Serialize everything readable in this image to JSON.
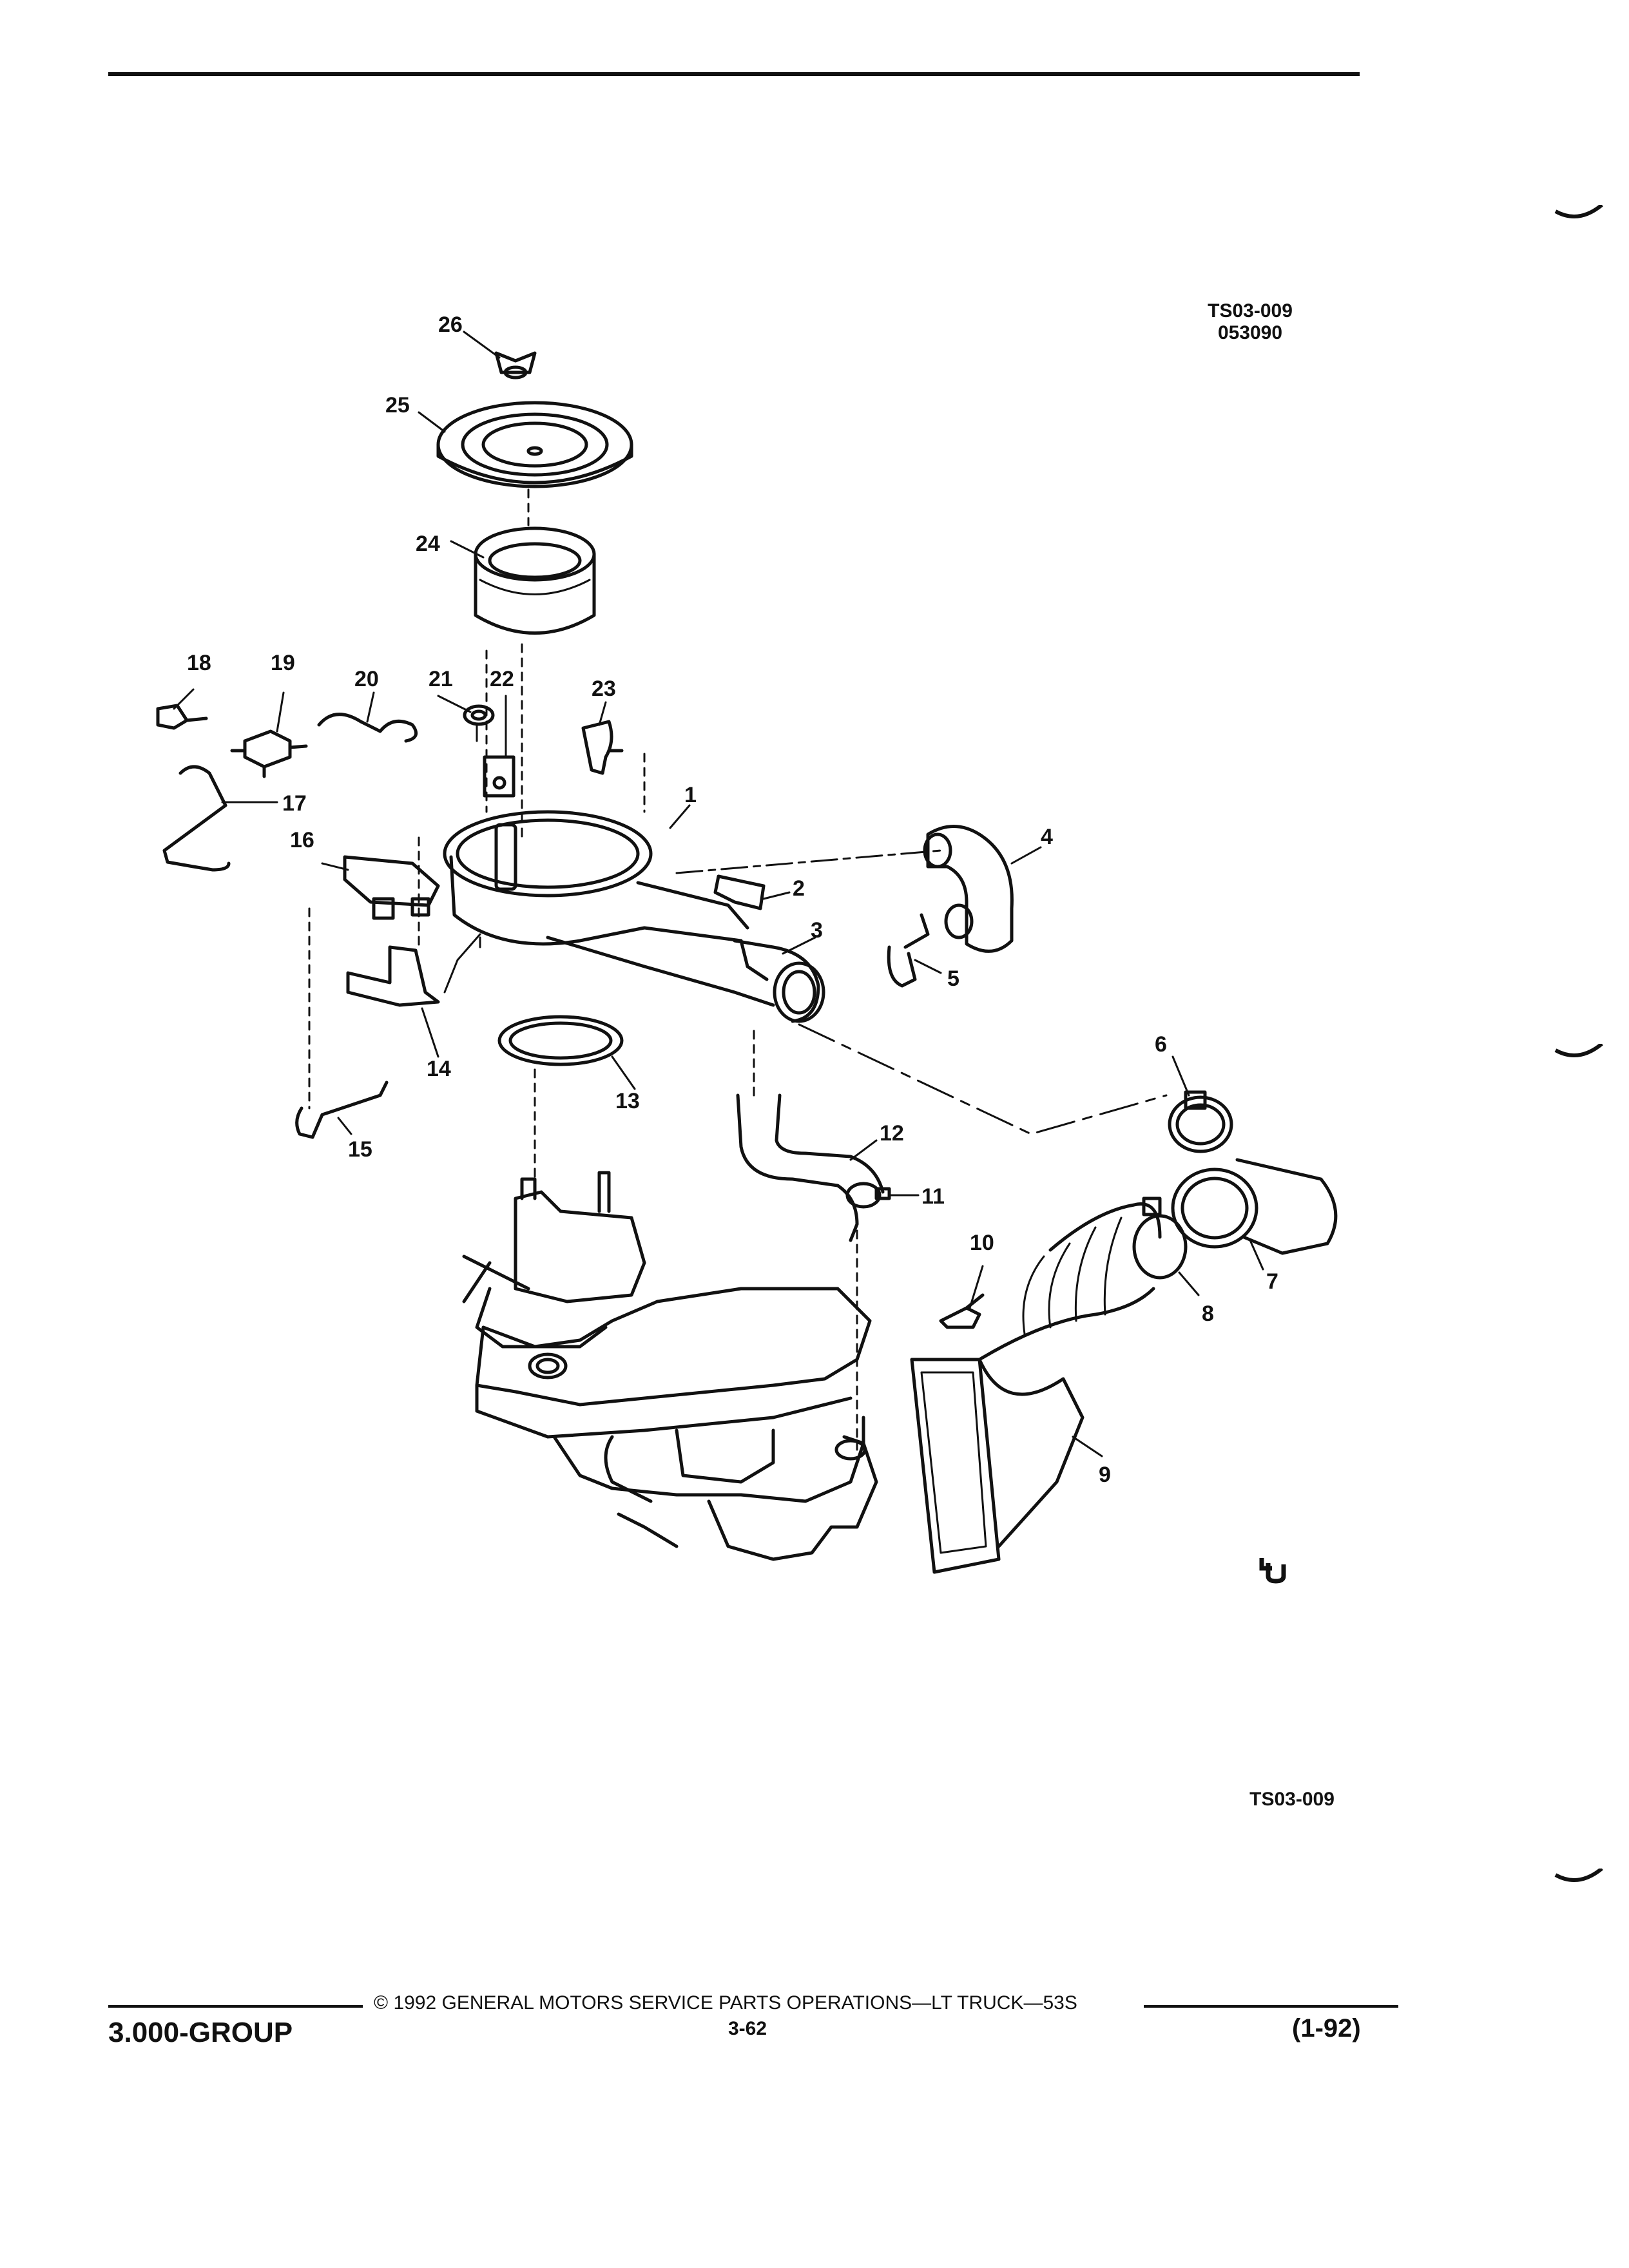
{
  "header": {
    "figure_code": "TS03-009",
    "date_code": "053090"
  },
  "diagram": {
    "callouts": [
      "1",
      "2",
      "3",
      "4",
      "5",
      "6",
      "7",
      "8",
      "9",
      "10",
      "11",
      "12",
      "13",
      "14",
      "15",
      "16",
      "17",
      "18",
      "19",
      "20",
      "21",
      "22",
      "23",
      "24",
      "25",
      "26"
    ]
  },
  "footer": {
    "figure_code": "TS03-009",
    "copyright": "© 1992 GENERAL MOTORS SERVICE PARTS OPERATIONS—LT TRUCK—53S",
    "group": "3.000-GROUP",
    "page_number": "3-62",
    "revision": "(1-92)"
  }
}
